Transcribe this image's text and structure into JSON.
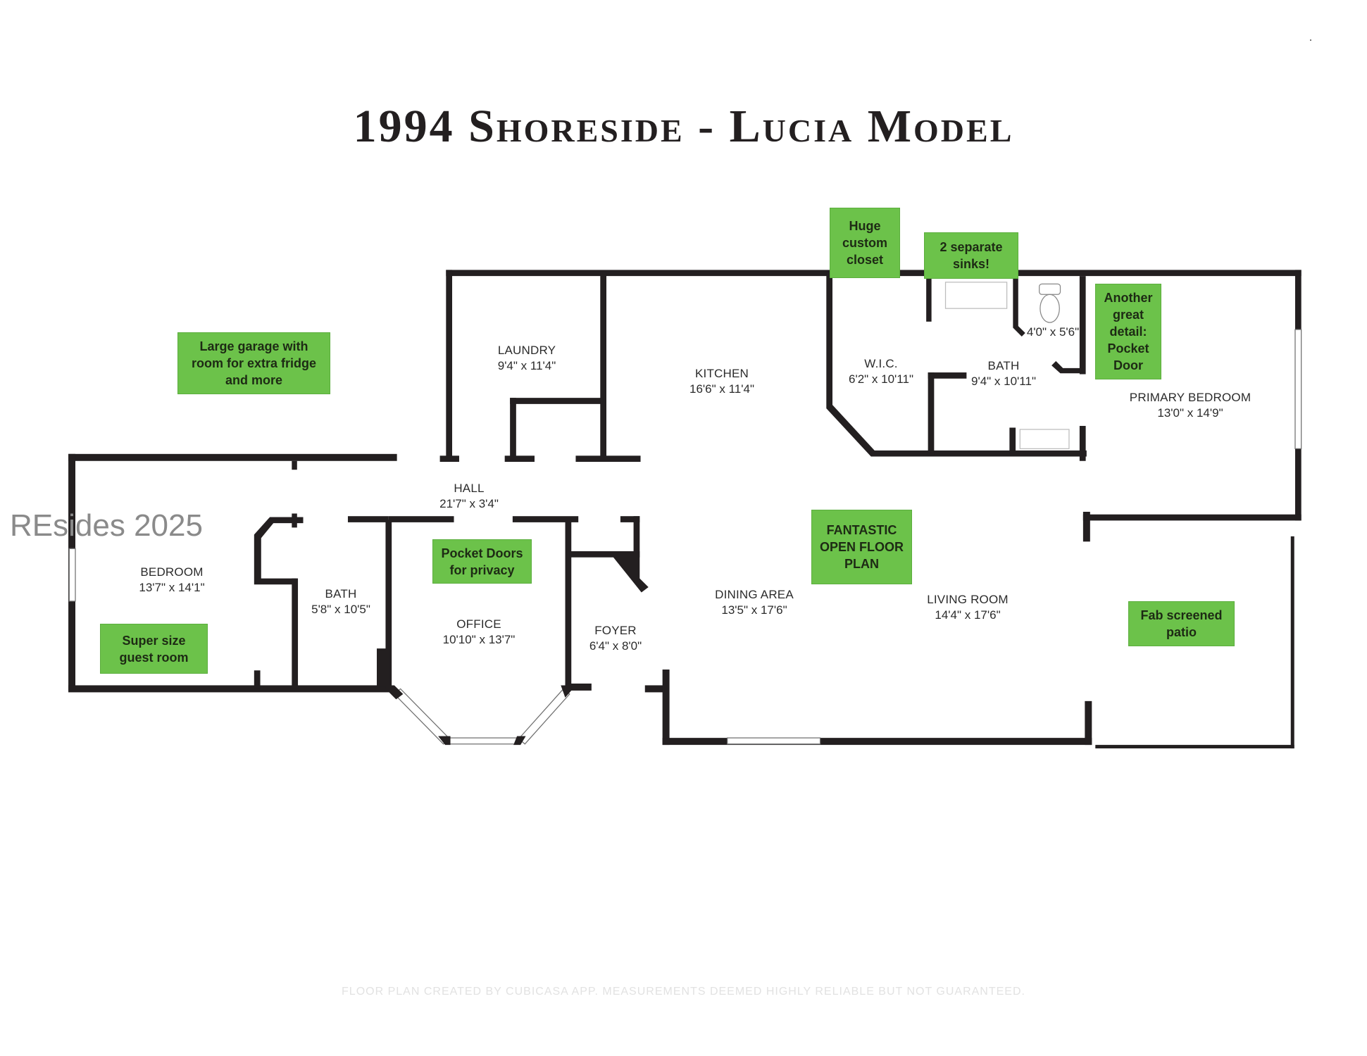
{
  "title": "1994 Shoreside - Lucia Model",
  "watermark": "REsides 2025",
  "footer_disclaimer": "FLOOR PLAN CREATED BY CUBICASA APP. MEASUREMENTS DEEMED HIGHLY RELIABLE BUT NOT GUARANTEED.",
  "colors": {
    "wall": "#231f20",
    "note_background": "#6cc24a",
    "note_text": "#1d2a14",
    "window": "#ffffff"
  },
  "rooms": [
    {
      "id": "laundry",
      "name": "LAUNDRY",
      "dims": "9'4\" x 11'4\""
    },
    {
      "id": "kitchen",
      "name": "KITCHEN",
      "dims": "16'6\" x 11'4\""
    },
    {
      "id": "wic",
      "name": "W.I.C.",
      "dims": "6'2\" x 10'11\""
    },
    {
      "id": "primary_bath",
      "name": "BATH",
      "dims": "9'4\" x 10'11\""
    },
    {
      "id": "water_closet",
      "name": "",
      "dims": "4'0\" x 5'6\""
    },
    {
      "id": "primary_bedroom",
      "name": "PRIMARY BEDROOM",
      "dims": "13'0\" x 14'9\""
    },
    {
      "id": "hall",
      "name": "HALL",
      "dims": "21'7\" x 3'4\""
    },
    {
      "id": "bedroom",
      "name": "BEDROOM",
      "dims": "13'7\" x 14'1\""
    },
    {
      "id": "guest_bath",
      "name": "BATH",
      "dims": "5'8\" x 10'5\""
    },
    {
      "id": "office",
      "name": "OFFICE",
      "dims": "10'10\" x 13'7\""
    },
    {
      "id": "foyer",
      "name": "FOYER",
      "dims": "6'4\" x 8'0\""
    },
    {
      "id": "dining",
      "name": "DINING AREA",
      "dims": "13'5\" x 17'6\""
    },
    {
      "id": "living",
      "name": "LIVING ROOM",
      "dims": "14'4\" x 17'6\""
    }
  ],
  "notes": [
    {
      "id": "garage",
      "text": "Large garage with room for extra fridge and more"
    },
    {
      "id": "closet",
      "text": "Huge custom closet"
    },
    {
      "id": "sinks",
      "text": "2 separate sinks!"
    },
    {
      "id": "pocket_door",
      "text": "Another great detail: Pocket Door"
    },
    {
      "id": "privacy",
      "text": "Pocket Doors for privacy"
    },
    {
      "id": "open_plan",
      "text": "FANTASTIC OPEN FLOOR PLAN"
    },
    {
      "id": "guest_room",
      "text": "Super size guest room"
    },
    {
      "id": "patio",
      "text": "Fab screened patio"
    }
  ]
}
